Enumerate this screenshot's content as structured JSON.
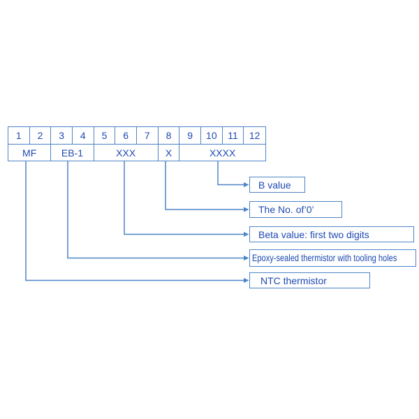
{
  "diagram": {
    "digit_row": [
      "1",
      "2",
      "3",
      "4",
      "5",
      "6",
      "7",
      "8",
      "9",
      "10",
      "11",
      "12"
    ],
    "code_row": [
      {
        "label": "MF",
        "digits": "1-2"
      },
      {
        "label": "EB-1",
        "digits": "3-4"
      },
      {
        "label": "XXX",
        "digits": "5-7"
      },
      {
        "label": "X",
        "digits": "8"
      },
      {
        "label": "XXXX",
        "digits": "9-12"
      }
    ],
    "callouts": [
      {
        "label": "B value"
      },
      {
        "label": "The No. of’0’"
      },
      {
        "label": "Beta value: first two digits"
      },
      {
        "label": "Epoxy-sealed thermistor with tooling holes"
      },
      {
        "label": "NTC thermistor"
      }
    ]
  },
  "colors": {
    "line": "#4d84c6",
    "text": "#1e49b2",
    "background": "#ffffff"
  }
}
